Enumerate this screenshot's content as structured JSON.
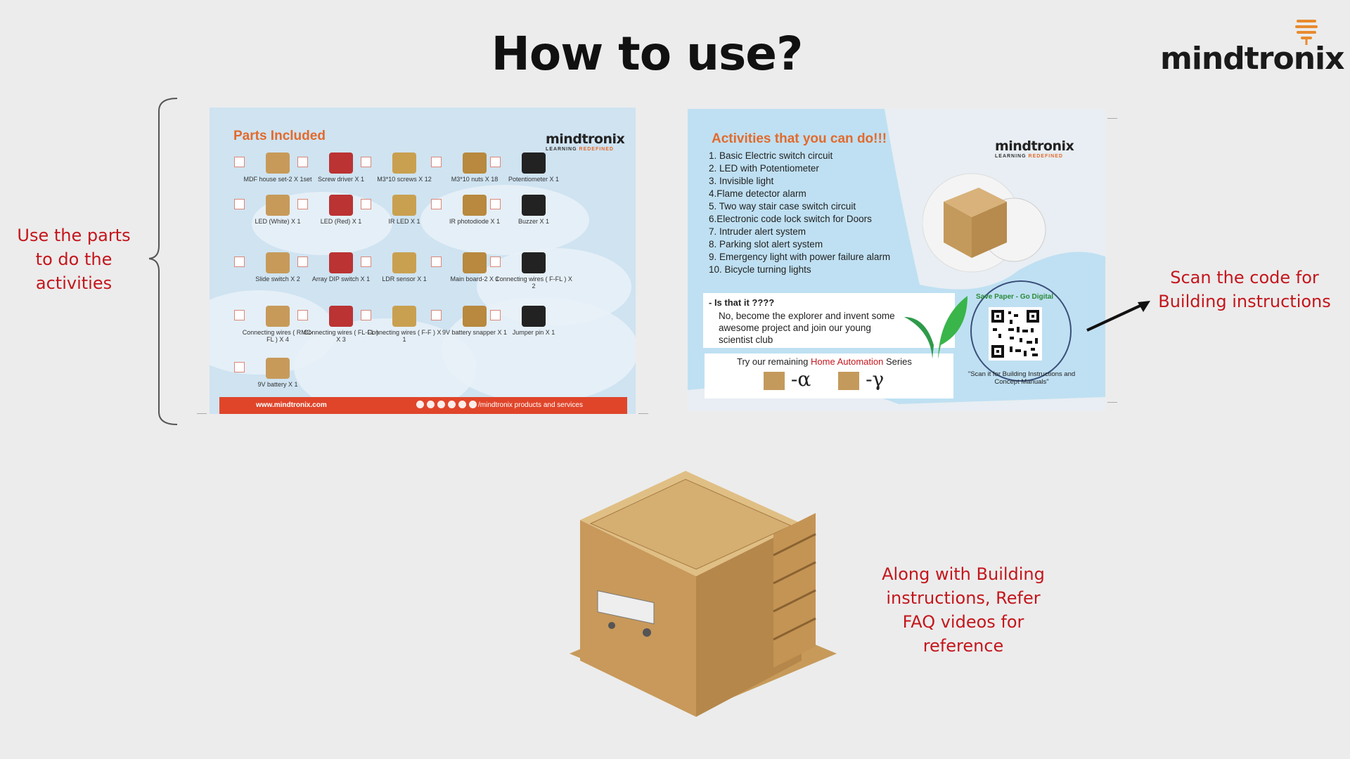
{
  "slide": {
    "title": "How to use?",
    "brand": "mindtronix",
    "notes": {
      "left": "Use the parts to do the activities",
      "scan": "Scan the code for Building instructions",
      "bottom": "Along with Building instructions, Refer FAQ videos for reference"
    }
  },
  "parts_card": {
    "title": "Parts Included",
    "brand": "mindtronix",
    "brand_sub_a": "LEARNING",
    "brand_sub_b": "REDEFINED",
    "parts": [
      "MDF house set-2 X 1set",
      "Screw driver X 1",
      "M3*10 screws X 12",
      "M3*10 nuts X 18",
      "Potentiometer X 1",
      "LED (White) X 1",
      "LED (Red) X 1",
      "IR LED X 1",
      "IR photodiode X 1",
      "Buzzer X 1",
      "Slide switch X 2",
      "Array DIP switch X 1",
      "LDR sensor X 1",
      "Main board-2 X 1",
      "Connecting wires ( F-FL ) X 2",
      "Connecting wires ( RMC-FL ) X 4",
      "Connecting wires ( FL-FL ) X 3",
      "Connecting wires ( F-F ) X 1",
      "9V battery snapper X 1",
      "Jumper pin X 1",
      "9V battery X 1"
    ],
    "footer_url": "www.mindtronix.com",
    "footer_tag": "/mindtronix products and services"
  },
  "activities_card": {
    "title": "Activities that you can do!!!",
    "brand": "mindtronix",
    "brand_sub_a": "LEARNING",
    "brand_sub_b": "REDEFINED",
    "items": [
      "1. Basic Electric switch circuit",
      "2. LED with Potentiometer",
      "3. Invisible light",
      "4.Flame detector alarm",
      "5. Two way stair case switch circuit",
      "6.Electronic code lock switch for Doors",
      "7. Intruder alert system",
      "8. Parking slot alert system",
      "9. Emergency light with power failure alarm",
      "10. Bicycle turning lights"
    ],
    "question": "- Is that it ????",
    "question_text": "No, become the explorer and invent some awesome project and join our young scientist club",
    "try_prefix": "Try our remaining",
    "try_series": "Home Automation",
    "try_suffix": "Series",
    "greek_a": "-α",
    "greek_g": "-γ",
    "save_paper": "Save Paper - Go Digital",
    "qr_caption": "\"Scan it for Building Instructions and Concept Manuals\""
  },
  "colors": {
    "accent_red": "#c4161c",
    "accent_orange": "#e26a2c",
    "footer_red": "#e0452a",
    "card_blue": "#cfe3f1"
  },
  "icons": [
    "brace-icon",
    "arrow-icon",
    "qr-code-icon",
    "leaf-icon",
    "house-model-icon"
  ]
}
